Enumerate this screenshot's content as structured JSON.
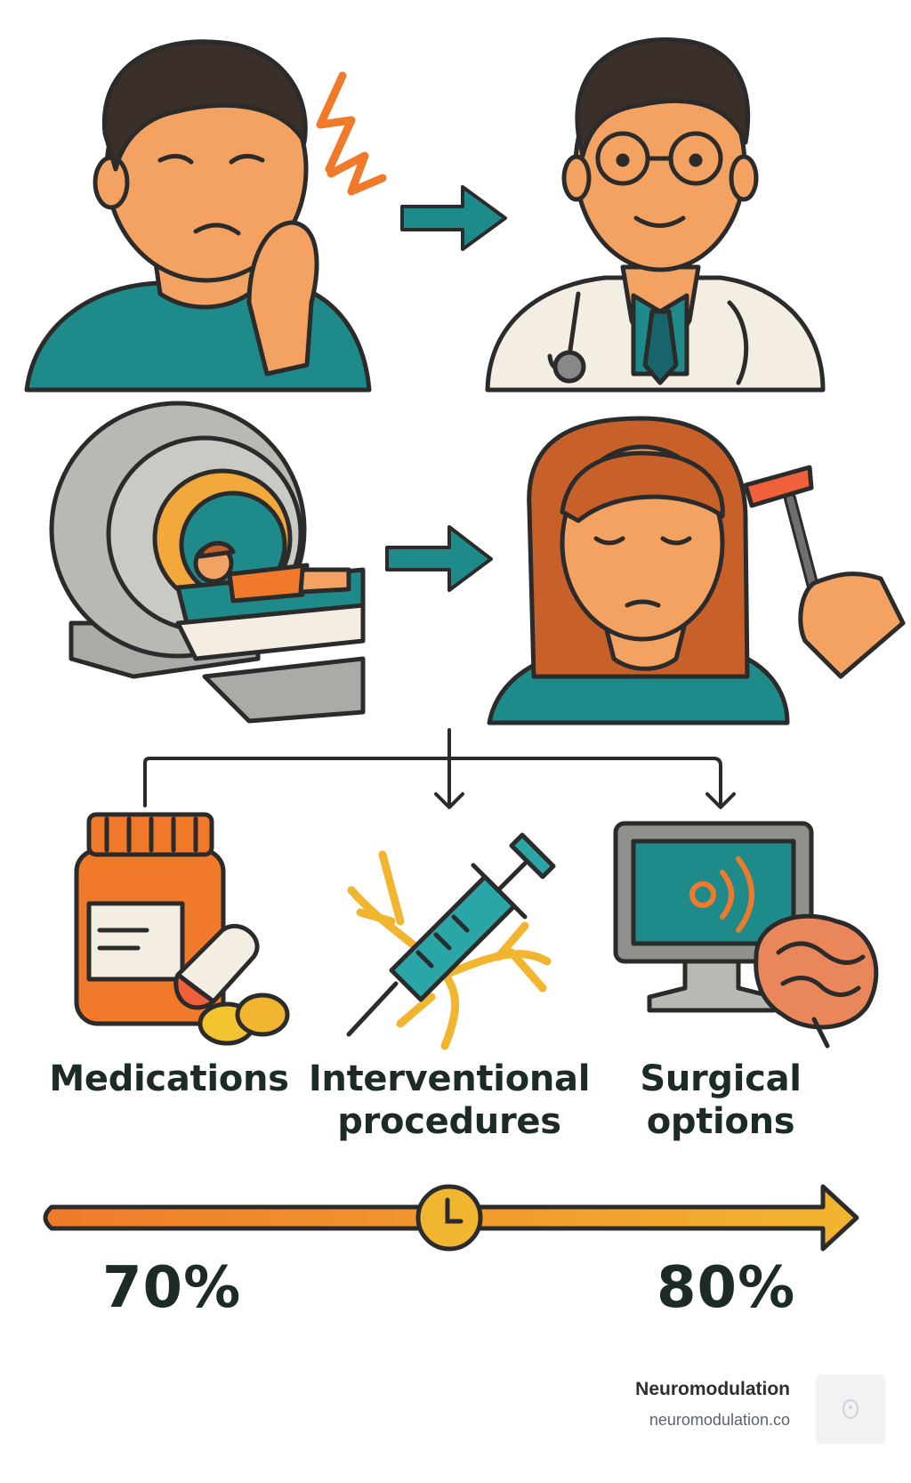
{
  "steps": [
    {
      "id": "patient-pain",
      "icon": "patient-with-jaw-pain-icon"
    },
    {
      "id": "doctor",
      "icon": "doctor-icon"
    },
    {
      "id": "mri-scan",
      "icon": "mri-scanner-icon"
    },
    {
      "id": "neuro-exam",
      "icon": "reflex-hammer-exam-icon"
    }
  ],
  "treatments": [
    {
      "label_lines": [
        "Medications"
      ],
      "icon": "pill-bottle-icon"
    },
    {
      "label_lines": [
        "Interventional",
        "procedures"
      ],
      "icon": "syringe-nerve-icon"
    },
    {
      "label_lines": [
        "Surgical",
        "options"
      ],
      "icon": "monitor-brain-icon"
    }
  ],
  "timeline": {
    "start_value": "70%",
    "end_value": "80%",
    "icon": "clock-icon"
  },
  "brand": {
    "name": "Neuromodulation",
    "url": "neuromodulation.co"
  },
  "colors": {
    "teal": "#1f8a8a",
    "orange": "#f08a3a",
    "skin": "#f4a261",
    "outline": "#2b2b2b",
    "yellow": "#f2b530"
  }
}
